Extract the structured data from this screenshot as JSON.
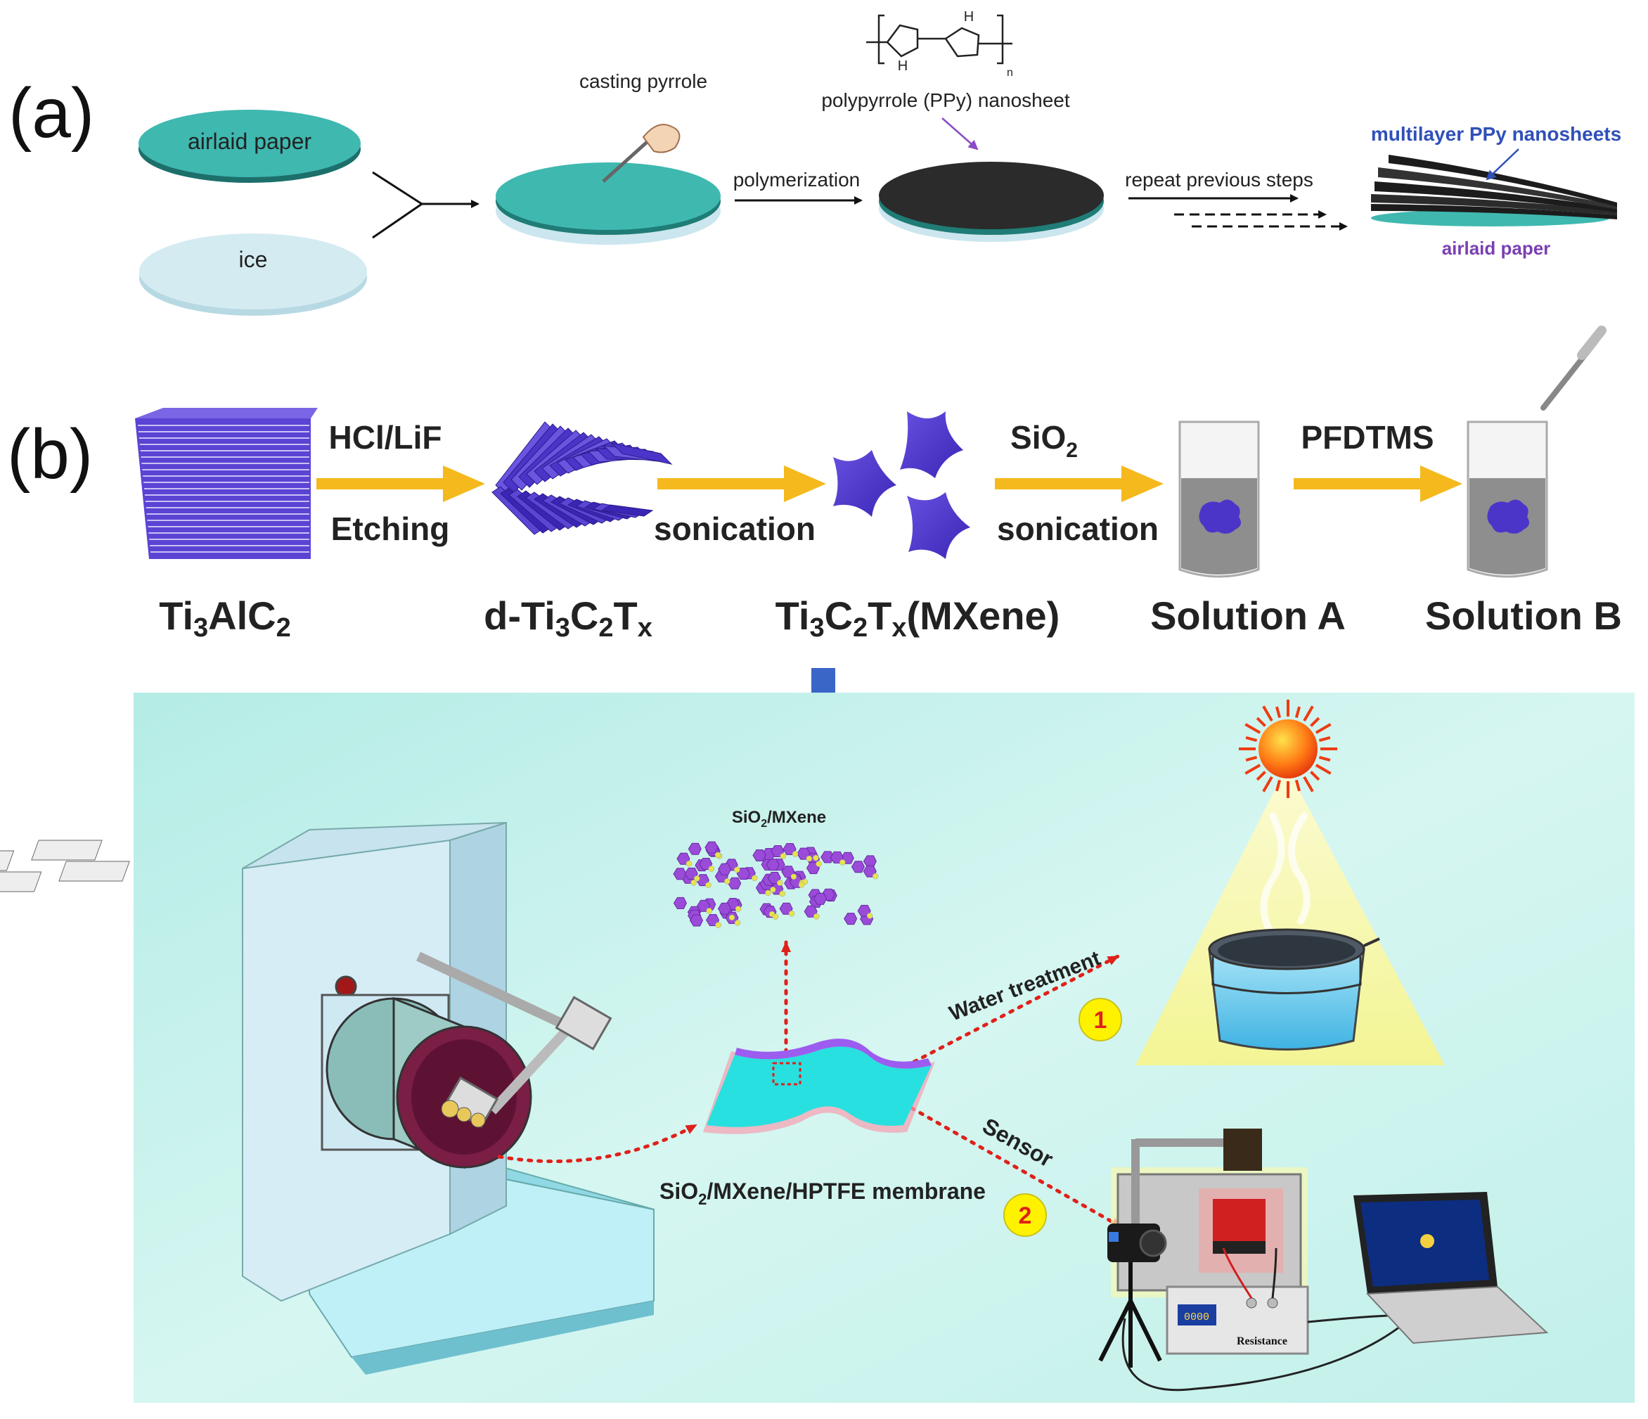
{
  "panel_a": {
    "letter": "(a)",
    "airlaid_paper": "airlaid paper",
    "ice": "ice",
    "casting_pyrrole": "casting pyrrole",
    "polymerization": "polymerization",
    "ppy_nanosheet": "polypyrrole (PPy) nanosheet",
    "ppy_n": "n",
    "ppy_nh": "H",
    "repeat": "repeat previous steps",
    "multilayer": "multilayer PPy nanosheets",
    "airlaid_paper_result": "airlaid paper"
  },
  "panel_b": {
    "letter": "(b)",
    "step1_top": "HCl/LiF",
    "step1_bottom": "Etching",
    "step2_bottom": "sonication",
    "step3_top": "SiO",
    "step3_top_sub": "2",
    "step3_bottom": "sonication",
    "step4_top": "PFDTMS",
    "n1": {
      "a": "Ti",
      "b": "3",
      "c": "AlC",
      "d": "2"
    },
    "n2": {
      "a": "d-Ti",
      "b": "3",
      "c": "C",
      "d": "2",
      "e": "T",
      "f": "x"
    },
    "n3": {
      "a": "Ti",
      "b": "3",
      "c": "C",
      "d": "2",
      "e": "T",
      "f": "x",
      "g": "(MXene)"
    },
    "n4": "Solution A",
    "n5": "Solution B",
    "sio2_mxene": {
      "a": "SiO",
      "b": "2",
      "c": "/MXene"
    },
    "membrane": {
      "a": "SiO",
      "b": "2",
      "c": "/MXene/HPTFE membrane"
    },
    "water_treatment": "Water treatment",
    "sensor": "Sensor",
    "badge1": "1",
    "badge2": "2",
    "resistance": "Resistance",
    "meter": "0000"
  },
  "colors": {
    "teal_disc": "#3fb8b0",
    "ice_disc": "#d5ebf2",
    "ppy_black": "#2b2b2b",
    "mxene_purple": "#4b35c9",
    "arrow_orange": "#f5b91d",
    "arrow_blue": "#3a66c8",
    "bg_panel": "#c4f1ec",
    "red_dotted": "#e0201a",
    "label_blue": "#3050b8",
    "label_purple": "#7a3fb2"
  }
}
